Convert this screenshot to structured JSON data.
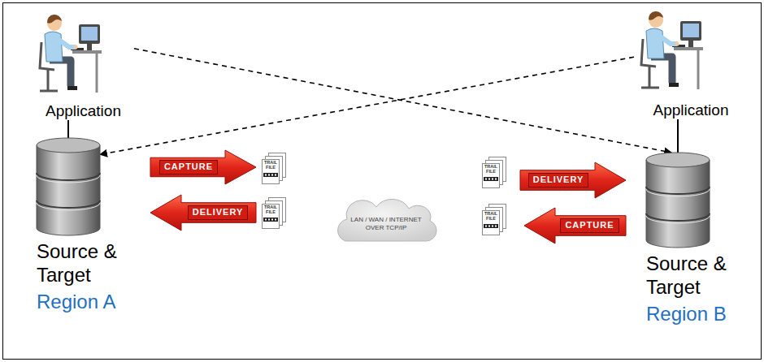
{
  "diagram": {
    "nodes": [
      {
        "text": [
          "Application"
        ]
      },
      {
        "text": [
          "Application"
        ]
      },
      {
        "text": [
          "Source & Target",
          "Region A"
        ]
      },
      {
        "text": [
          "CAPTURE"
        ]
      },
      {
        "text": [
          "DELIVERY"
        ]
      },
      {
        "text": [
          "TRAIL FILE"
        ]
      },
      {
        "text": [
          "TRAIL FILE"
        ]
      },
      {
        "text": [
          "LAN / WAN / INTERNET OVER TCP/IP"
        ]
      },
      {
        "text": [
          "TRAIL FILE"
        ]
      },
      {
        "text": [
          "TRAIL FILE"
        ]
      },
      {
        "text": [
          "DELIVERY"
        ]
      },
      {
        "text": [
          "CAPTURE"
        ]
      },
      {
        "text": [
          "Source & Target",
          "Region B"
        ]
      }
    ],
    "edges": [
      {
        "from": 0,
        "to": 2,
        "arrow": "none"
      },
      {
        "from": 0,
        "to": 12,
        "arrow": "to"
      },
      {
        "from": 1,
        "to": 2,
        "arrow": "to"
      },
      {
        "from": 1,
        "to": 12,
        "arrow": "none"
      }
    ]
  }
}
